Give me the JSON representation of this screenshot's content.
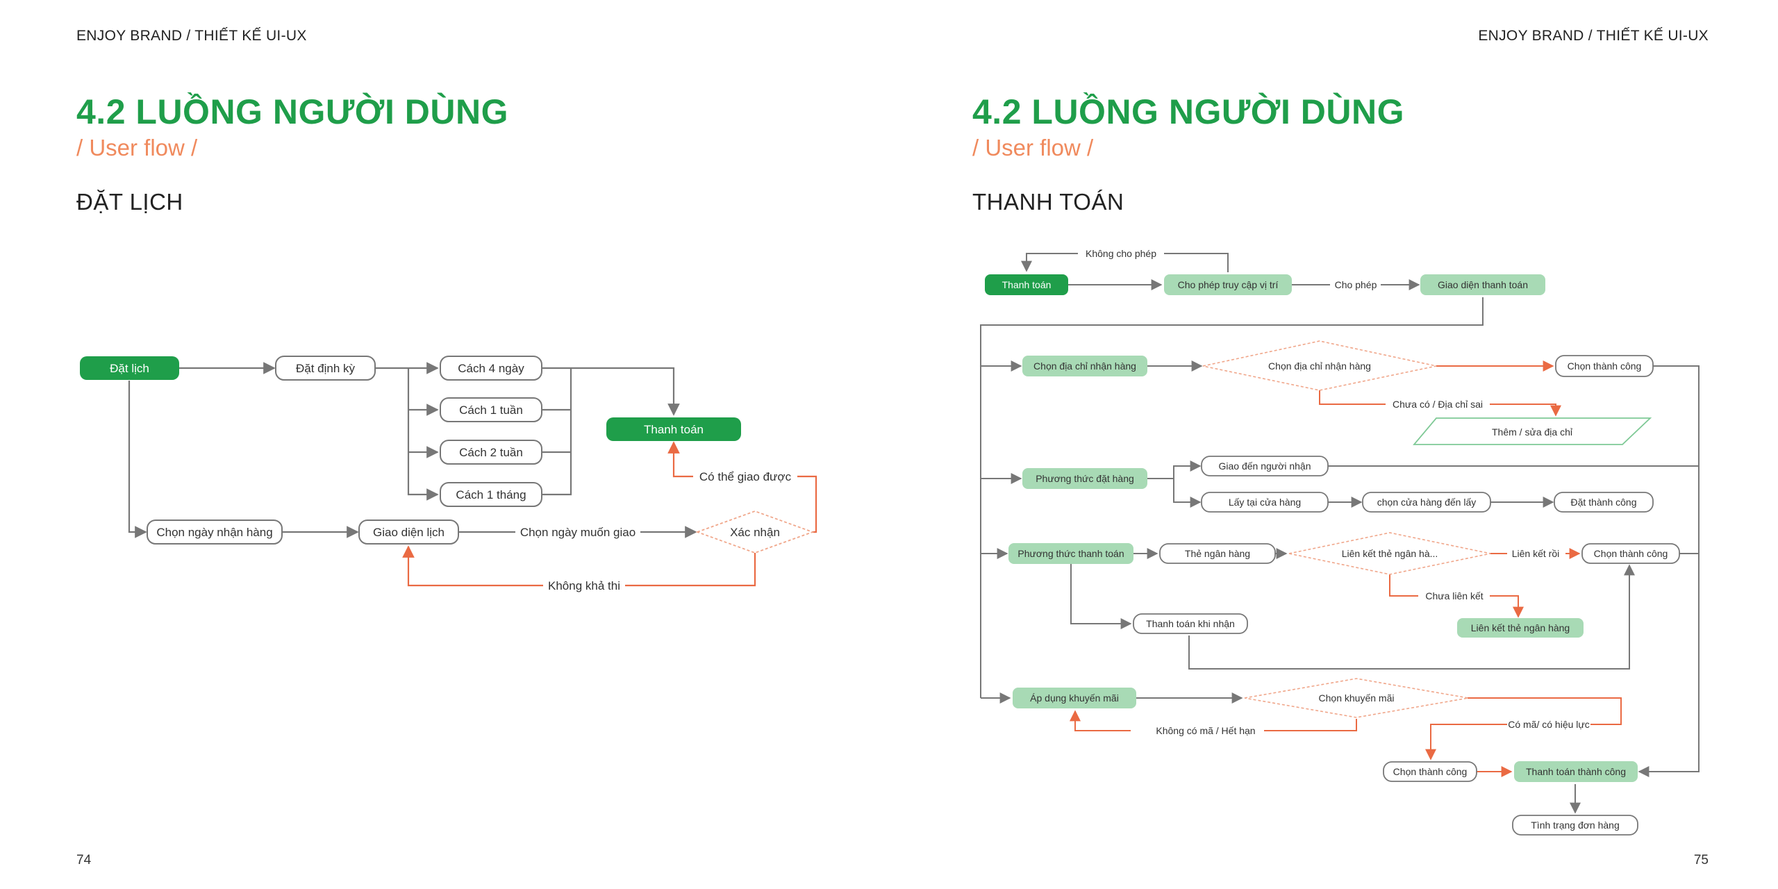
{
  "left": {
    "header": "ENJOY BRAND / THIẾT KẾ UI-UX",
    "title": "4.2 LUỒNG NGƯỜI DÙNG",
    "subtitle": "/ User flow /",
    "section": "ĐẶT LỊCH",
    "page_number": "74",
    "nodes": {
      "dat_lich": "Đặt lịch",
      "dat_dinh_ky": "Đặt định kỳ",
      "cach_4_ngay": "Cách 4 ngày",
      "cach_1_tuan": "Cách 1 tuần",
      "cach_2_tuan": "Cách 2 tuần",
      "cach_1_thang": "Cách 1 tháng",
      "thanh_toan": "Thanh toán",
      "chon_ngay_nhan_hang": "Chọn ngày nhận hàng",
      "giao_dien_lich": "Giao diện  lịch",
      "xac_nhan": "Xác nhận"
    },
    "edges": {
      "chon_ngay_muon_giao": "Chọn ngày muốn giao",
      "co_the_giao_duoc": "Có thể giao được",
      "khong_kha_thi": "Không khả thi"
    }
  },
  "right": {
    "header": "ENJOY BRAND / THIẾT KẾ UI-UX",
    "title": "4.2 LUỒNG NGƯỜI DÙNG",
    "subtitle": "/ User flow /",
    "section": "THANH TOÁN",
    "page_number": "75",
    "nodes": {
      "thanh_toan": "Thanh toán",
      "cho_phep_truy_cap": "Cho phép truy cập vị trí",
      "giao_dien_thanh_toan": "Giao diện thanh toán",
      "chon_dia_chi_nhan_hang": "Chọn địa chỉ nhận hàng",
      "chon_dia_chi_diamond": "Chọn địa chỉ nhận hàng",
      "chon_thanh_cong_1": "Chọn thành công",
      "them_sua_dia_chi": "Thêm / sửa địa chỉ",
      "phuong_thuc_dat_hang": "Phương thức đặt hàng",
      "giao_den_nguoi_nhan": "Giao đến người nhận",
      "lay_tai_cua_hang": "Lấy tại cửa hàng",
      "chon_cua_hang": "chọn cửa hàng đến lấy",
      "dat_thanh_cong": "Đặt thành công",
      "phuong_thuc_thanh_toan": "Phương thức thanh toán",
      "the_ngan_hang": "Thẻ ngân hàng",
      "lien_ket_diamond": "Liên kết thẻ ngân hà...",
      "chon_thanh_cong_2": "Chọn thành công",
      "lien_ket_the": "Liên kết thẻ ngân hàng",
      "thanh_toan_khi_nhan": "Thanh toán khi nhận",
      "ap_dung_khuyen_mai": "Áp dụng khuyến mãi",
      "chon_khuyen_mai": "Chọn khuyến mãi",
      "chon_thanh_cong_3": "Chọn thành công",
      "thanh_toan_thanh_cong": "Thanh toán thành công",
      "tinh_trang_don_hang": "Tình trạng đơn hàng"
    },
    "edges": {
      "khong_cho_phep": "Không cho phép",
      "cho_phep": "Cho phép",
      "chua_co_dia_chi_sai": "Chưa có / Địa chỉ sai",
      "lien_ket_roi": "Liên kết rồi",
      "chua_lien_ket": "Chưa liên kết",
      "khong_co_ma": "Không có mã / Hết hạn",
      "co_ma": "Có mã/ có hiệu lực"
    }
  },
  "colors": {
    "brand_green": "#1f9e4a",
    "light_green": "#a8dab5",
    "accent_orange": "#ea6a43",
    "connector_gray": "#777777"
  }
}
